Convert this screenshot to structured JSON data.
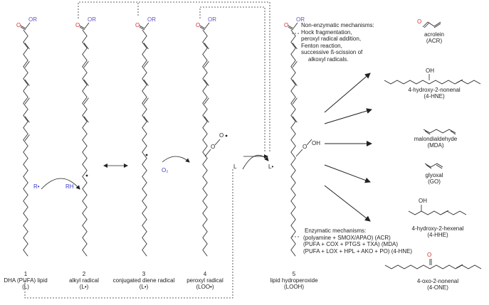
{
  "molecules": [
    {
      "number": "1",
      "name": "DHA (PUFA) lipid",
      "symbol": "(L)"
    },
    {
      "number": "2",
      "name": "alkyl radical",
      "symbol": "(L•)"
    },
    {
      "number": "3",
      "name": "conjugated diene radical",
      "symbol": "(L•)"
    },
    {
      "number": "4",
      "name": "peroxyl radical",
      "symbol": "(LOO•)"
    },
    {
      "number": "5",
      "name": "lipid hydroperoxide",
      "symbol": "(LOOH)"
    }
  ],
  "atoms": {
    "ester_O": "O",
    "ester_R": "OR",
    "oxygen": "O",
    "hydroxyl": "OH"
  },
  "step_labels": {
    "reactant_radical": "R•",
    "product_rh": "RH",
    "oxygen": "O₂",
    "lipid_in": "L",
    "lipid_radical_out": "L•"
  },
  "non_enzymatic": {
    "lines": [
      "Non-enzymatic mechanisms:",
      "Hock fragmentation,",
      "peroxyl radical addition,",
      "Fenton reaction,",
      "successive ß-scission of",
      "alkoxyl radicals."
    ]
  },
  "enzymatic": {
    "lines": [
      "Enzymatic mechanisms:",
      "(polyamine + SMOX/APAO) (ACR)",
      "(PUFA + COX + PTGS + TXA) (MDA)",
      "(PUFA + LOX + HPL + AKO + PO) (4-HNE)"
    ]
  },
  "products": [
    {
      "name": "acrolein",
      "abbr": "(ACR)"
    },
    {
      "name": "4-hydroxy-2-nonenal",
      "abbr": "(4-HNE)",
      "atom": "OH"
    },
    {
      "name": "malondialdehyde",
      "abbr": "(MDA)"
    },
    {
      "name": "glyoxal",
      "abbr": "(GO)"
    },
    {
      "name": "4-hydroxy-2-hexenal",
      "abbr": "(4-HHE)",
      "atom": "OH"
    },
    {
      "name": "4-oxo-2-nonenal",
      "abbr": "(4-ONE)",
      "atom": "O"
    }
  ],
  "colors": {
    "line": "#222222",
    "ester_O": "#d03030",
    "ester_R": "#6a4fc0",
    "dash": "#333333"
  }
}
